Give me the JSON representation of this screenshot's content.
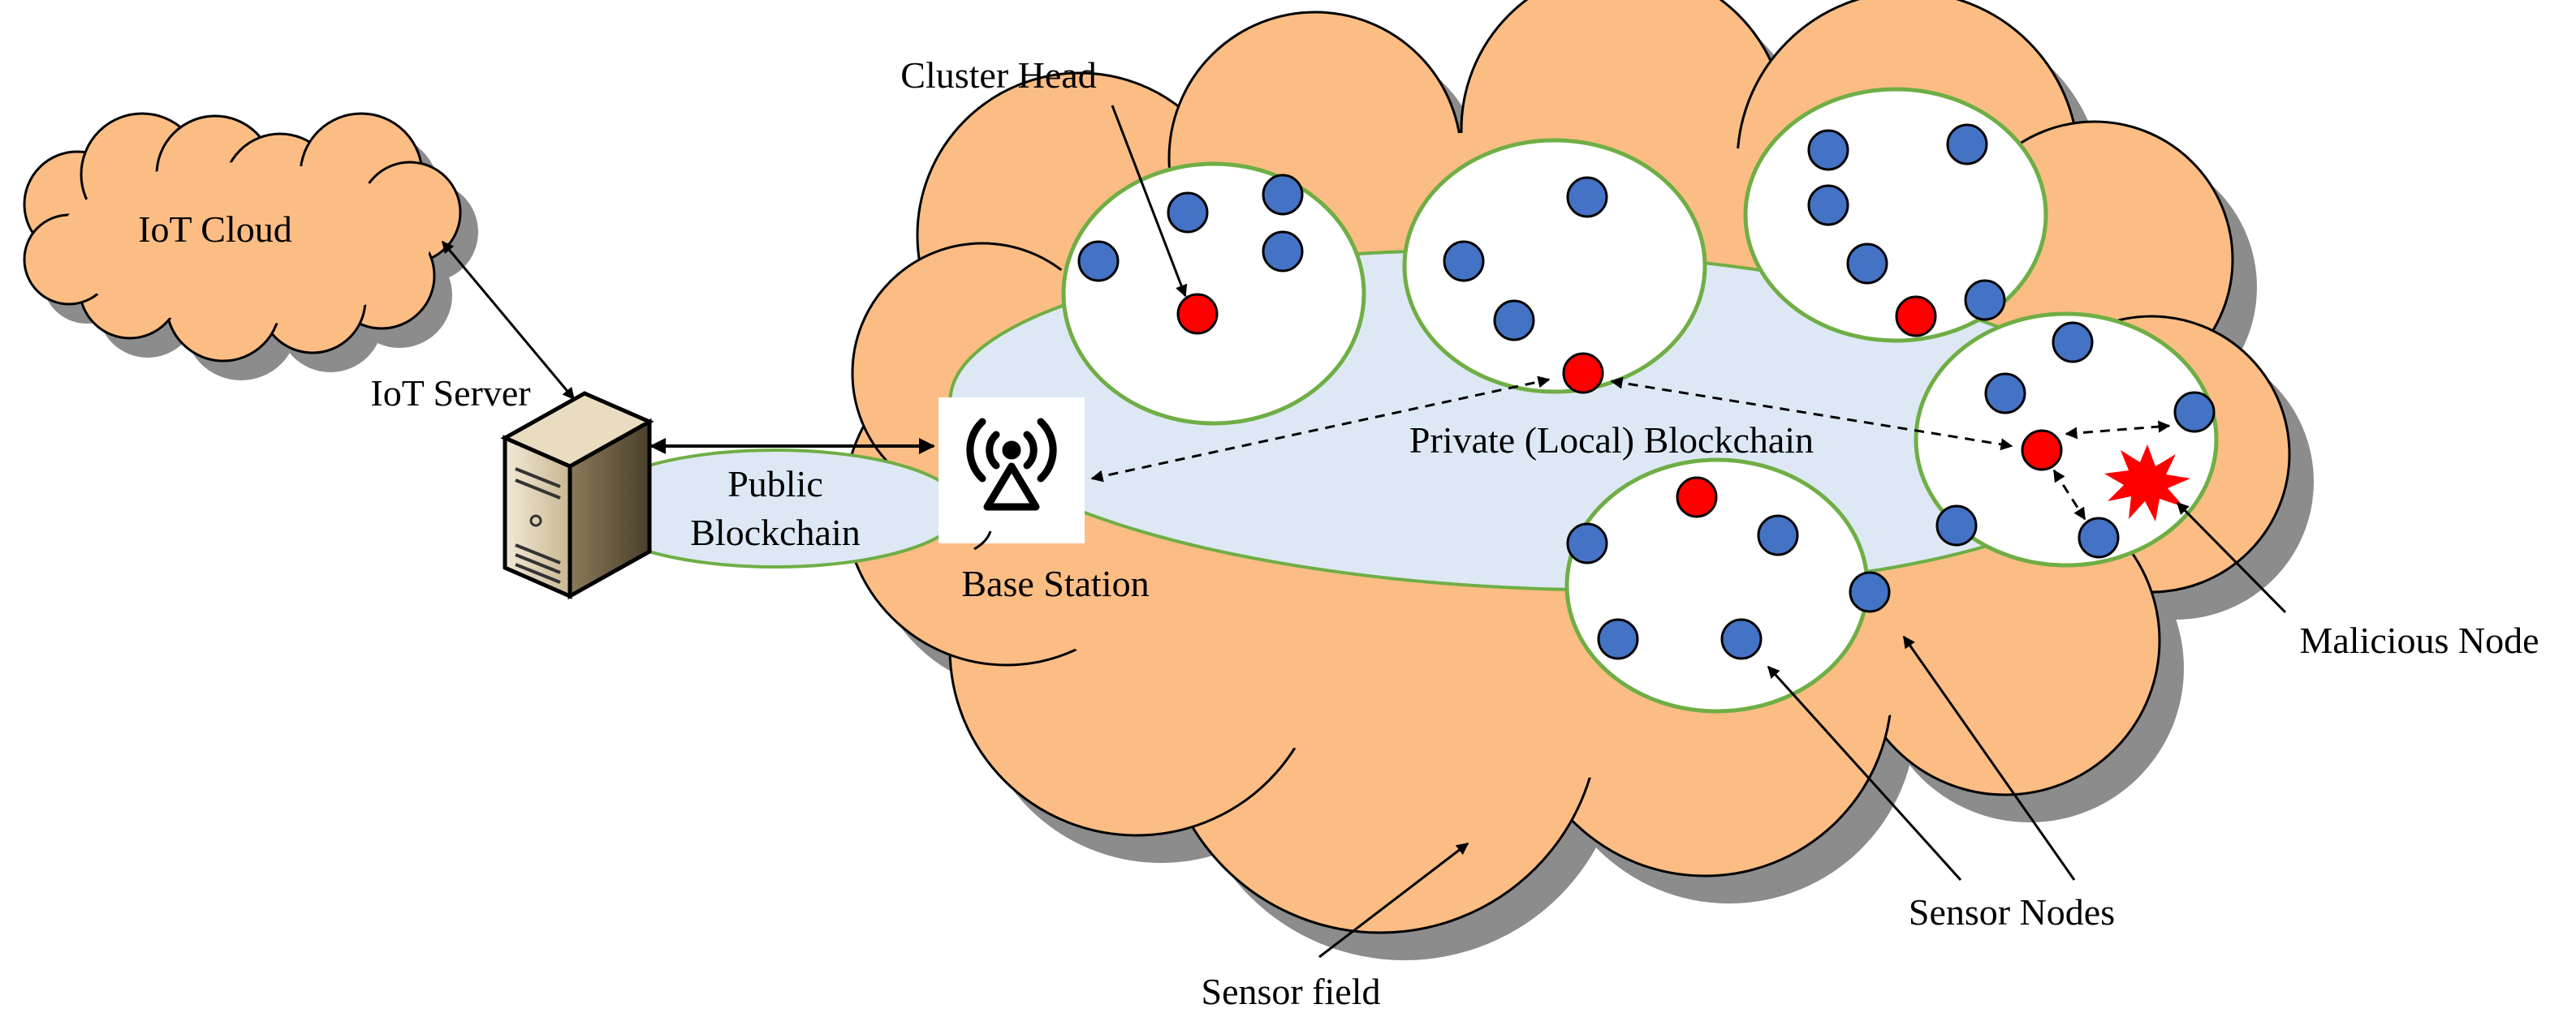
{
  "labels": {
    "iot_cloud": "IoT Cloud",
    "iot_server": "IoT Server",
    "public_blockchain_line1": "Public",
    "public_blockchain_line2": "Blockchain",
    "base_station": "Base Station",
    "cluster_head": "Cluster Head",
    "private_blockchain": "Private (Local) Blockchain",
    "malicious_node": "Malicious Node",
    "sensor_nodes": "Sensor Nodes",
    "sensor_field": "Sensor field"
  },
  "colors": {
    "cloud_fill": "#fbbd84",
    "cloud_shadow": "#8c8c8c",
    "blockchain_fill": "#dde8f4",
    "cluster_border": "#6fae45",
    "sensor_node": "#4472c4",
    "cluster_head_node": "#ff0000",
    "malicious_burst": "#ff0000"
  },
  "icons": {
    "base_station": "antenna-tower-icon",
    "iot_server": "server-tower-icon",
    "malicious": "explosion-burst-icon"
  }
}
